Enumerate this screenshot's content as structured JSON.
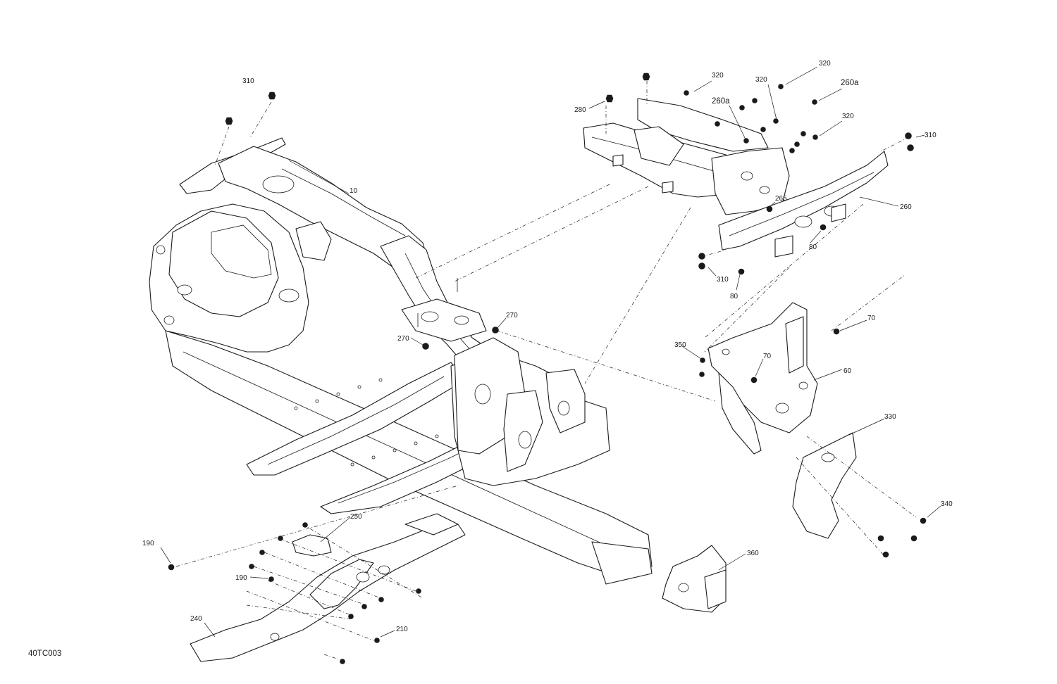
{
  "diagram_ref": "40TC003",
  "callouts": {
    "c310_left": "310",
    "c10": "10",
    "c280": "280",
    "c320_a": "320",
    "c320_b": "320",
    "c320_c": "320",
    "c320_d": "320",
    "c260a_a": "260a",
    "c260a_b": "260a",
    "c310_right": "310",
    "c265": "265",
    "c260": "260",
    "c80_a": "80",
    "c310_lower": "310",
    "c80_b": "80",
    "c270_a": "270",
    "c270_b": "270",
    "c70_a": "70",
    "c350": "350",
    "c70_b": "70",
    "c60": "60",
    "c330": "330",
    "c340": "340",
    "c250": "250",
    "c190_a": "190",
    "c190_b": "190",
    "c360": "360",
    "c240": "240",
    "c210": "210"
  },
  "icons": {
    "fastener": "hex-nut-icon",
    "bolt": "hex-bolt-icon"
  },
  "colors": {
    "line": "#1a1a1a",
    "background": "#ffffff"
  }
}
